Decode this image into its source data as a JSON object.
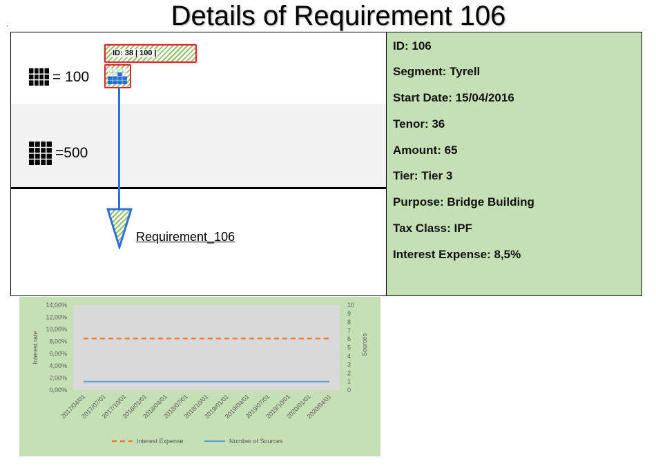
{
  "page": {
    "title": "Details of Requirement 106",
    "stray_mark": "`"
  },
  "diagram": {
    "legend_100": "= 100",
    "legend_500": "=500",
    "id_tag": "ID: 38  |  100  |",
    "requirement_label": "Requirement_106",
    "icons": [
      "grid-icon",
      "triangle-icon"
    ],
    "colors": {
      "connector": "#2e6fd8",
      "highlight_border": "#e2262d",
      "hatch": "#8fc06c",
      "unit_blue": "#1f6fe0"
    }
  },
  "details": {
    "items": [
      "ID: 106",
      "Segment: Tyrell",
      "Start Date: 15/04/2016",
      "Tenor: 36",
      "Amount: 65",
      "Tier: Tier 3",
      "Purpose: Bridge Building",
      "Tax Class: IPF",
      "Interest Expense: 8,5%"
    ],
    "background": "#c5e0b4"
  },
  "chart_data": {
    "type": "line",
    "title": "",
    "xlabel": "",
    "ylabel": "Interest rate",
    "y2label": "Sources",
    "categories": [
      "2017/04/01",
      "2017/07/01",
      "2017/10/01",
      "2018/01/01",
      "2018/04/01",
      "2018/07/01",
      "2018/10/01",
      "2019/01/01",
      "2019/04/01",
      "2019/07/01",
      "2019/10/01",
      "2020/01/01",
      "2020/04/01"
    ],
    "ylim": [
      0,
      0.14
    ],
    "y_ticks": [
      "0,00%",
      "2,00%",
      "4,00%",
      "6,00%",
      "8,00%",
      "10,00%",
      "12,00%",
      "14,00%"
    ],
    "y2lim": [
      0,
      10
    ],
    "y2_ticks": [
      "0",
      "1",
      "2",
      "3",
      "4",
      "5",
      "6",
      "7",
      "8",
      "9",
      "10"
    ],
    "series": [
      {
        "name": "Interest Expense",
        "axis": "left",
        "style": "dashed",
        "color": "#ed7d31",
        "values": [
          0.085,
          0.085,
          0.085,
          0.085,
          0.085,
          0.085,
          0.085,
          0.085,
          0.085,
          0.085,
          0.085,
          0.085,
          0.085
        ]
      },
      {
        "name": "Number of Sources",
        "axis": "right",
        "style": "solid",
        "color": "#5b9bd5",
        "values": [
          1,
          1,
          1,
          1,
          1,
          1,
          1,
          1,
          1,
          1,
          1,
          1,
          1
        ]
      }
    ],
    "grid": false,
    "legend_position": "bottom",
    "plot_background": "#d9d9d9",
    "panel_background": "#c5e0b4"
  }
}
